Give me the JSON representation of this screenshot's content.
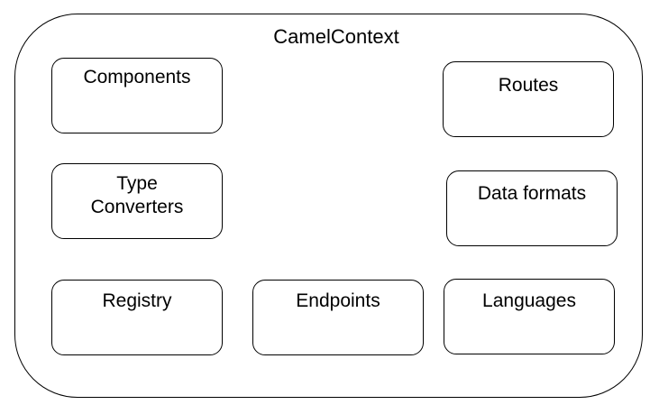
{
  "diagram": {
    "title": "CamelContext",
    "boxes": {
      "components": {
        "label": "Components"
      },
      "routes": {
        "label": "Routes"
      },
      "type_converters": {
        "line1": "Type",
        "line2": "Converters"
      },
      "data_formats": {
        "label": "Data formats"
      },
      "registry": {
        "label": "Registry"
      },
      "endpoints": {
        "label": "Endpoints"
      },
      "languages": {
        "label": "Languages"
      }
    }
  }
}
